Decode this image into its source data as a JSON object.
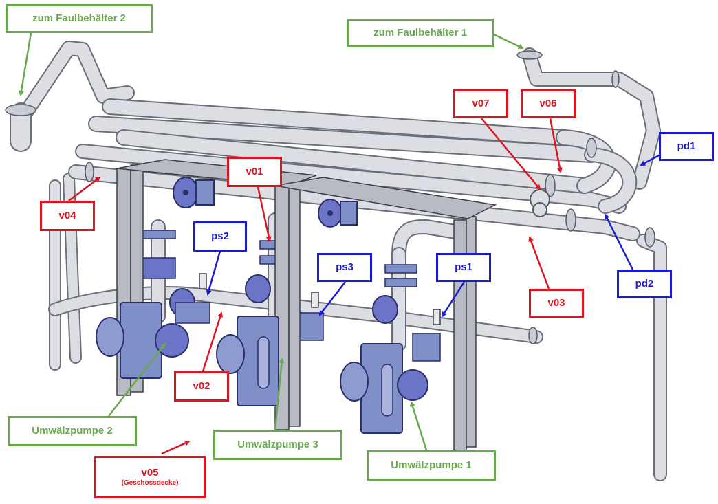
{
  "labels": {
    "zum_faulbehaelter_2": "zum Faulbehälter 2",
    "zum_faulbehaelter_1": "zum Faulbehälter 1",
    "v01": "v01",
    "v02": "v02",
    "v03": "v03",
    "v04": "v04",
    "v05": "v05",
    "v05_sub": "(Geschossdecke)",
    "v06": "v06",
    "v07": "v07",
    "ps1": "ps1",
    "ps2": "ps2",
    "ps3": "ps3",
    "pd1": "pd1",
    "pd2": "pd2",
    "umwaelzpumpe_1": "Umwälzpumpe 1",
    "umwaelzpumpe_2": "Umwälzpumpe 2",
    "umwaelzpumpe_3": "Umwälzpumpe 3"
  },
  "colors": {
    "valve_label": "#e0141e",
    "sensor_label": "#1a1ad6",
    "component_label": "#6aa84f",
    "pipe": "#dcdee3",
    "pump_body": "#7f8fc8",
    "valve_body": "#6b74c6"
  }
}
